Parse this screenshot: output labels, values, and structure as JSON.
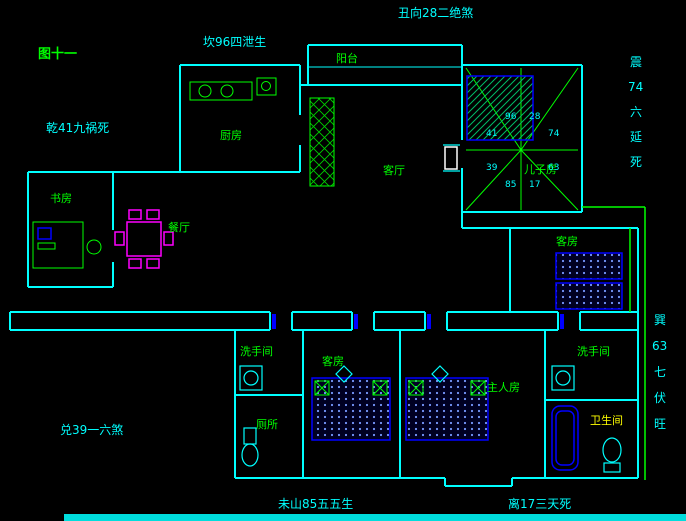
{
  "figure_title": "图十一",
  "perimeter_labels": {
    "top_left": "坎96四泄生",
    "top_center": "丑向28二绝煞",
    "left_upper": "乾41九祸死",
    "left_lower": "兑39一六煞",
    "bottom_center": "未山85五五生",
    "bottom_right": "离17三天死",
    "right_upper_chars": [
      "震",
      "74",
      "六",
      "延",
      "死"
    ],
    "right_lower_chars": [
      "巽",
      "63",
      "七",
      "伏",
      "旺"
    ]
  },
  "rooms": {
    "balcony": "阳台",
    "kitchen": "厨房",
    "living_room": "客厅",
    "sons_room": "儿子房",
    "study": "书房",
    "dining": "餐厅",
    "guest_room_right": "客房",
    "washroom_left": "洗手间",
    "toilet": "厕所",
    "guest_room_bottom": "客房",
    "master_room": "主人房",
    "washroom_right": "洗手间",
    "bathroom": "卫生间"
  },
  "compass_numbers": {
    "n": "96",
    "ne": "28",
    "nw": "41",
    "e": "74",
    "w": "39",
    "se": "63",
    "sw": "85",
    "s": "17"
  },
  "colors": {
    "background": "#000000",
    "walls": "#00ffff",
    "green_lines": "#00ff00",
    "furniture_blue": "#0000ff",
    "dining_magenta": "#ff00ff",
    "bathroom_label": "#ffff00",
    "scrollbar": "#00dddd"
  }
}
